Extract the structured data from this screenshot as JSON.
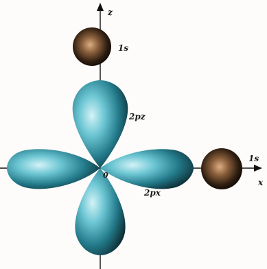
{
  "axes": {
    "z": "z",
    "x": "x",
    "origin": "0"
  },
  "orbitals": {
    "pz": "2pz",
    "px": "2px",
    "s_top": "1s",
    "s_right": "1s"
  },
  "colors": {
    "p_lobe_light": "#c8ecf2",
    "p_lobe_mid": "#3fa8b8",
    "p_lobe_dark": "#0c2a32",
    "s_sphere_light": "#d2a074",
    "s_sphere_dark": "#160c06",
    "axis": "#111111"
  }
}
